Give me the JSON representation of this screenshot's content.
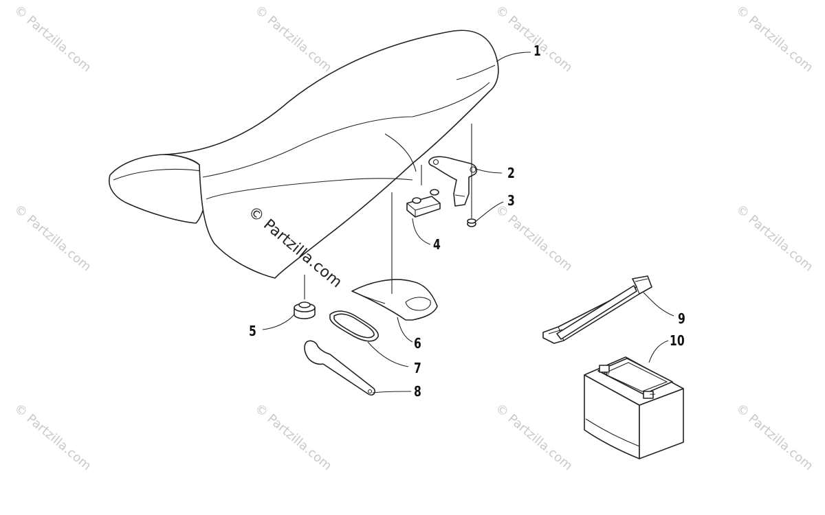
{
  "watermark": {
    "repeat_text": "© Partzilla.com",
    "center_text": "© Partzilla.com"
  },
  "callouts": [
    "1",
    "2",
    "3",
    "4",
    "5",
    "6",
    "7",
    "8",
    "9",
    "10"
  ],
  "battery_terminals": {
    "positive": "+",
    "negative": "−"
  }
}
